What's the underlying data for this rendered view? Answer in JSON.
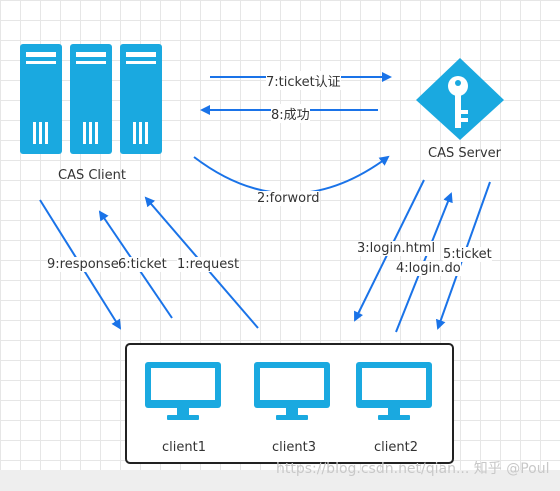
{
  "nodes": {
    "cas_client_label": "CAS Client",
    "cas_server_label": "CAS Server",
    "clients": [
      "client1",
      "client3",
      "client2"
    ]
  },
  "edges": {
    "ticket_verify": "7:ticket认证",
    "success": "8:成功",
    "forword": "2:forword",
    "response": "9:response",
    "ticket6": "6:ticket",
    "request": "1:request",
    "login_html": "3:login.html",
    "login_do": "4:login.do",
    "ticket5": "5:ticket"
  },
  "watermark": "https://blog.csdn.net/qian... 知乎 @Poul",
  "colors": {
    "accent": "#1aa9e0",
    "arrow": "#1a73e8"
  }
}
